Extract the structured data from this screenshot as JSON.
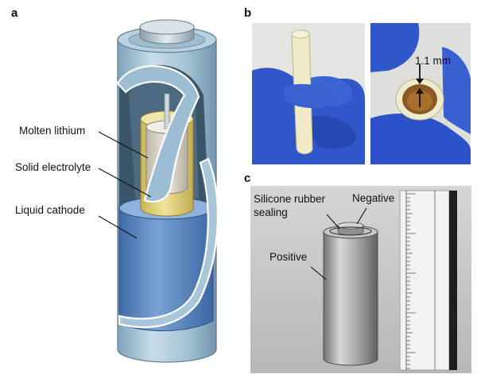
{
  "panel_a": {
    "letter": "a",
    "labels": {
      "molten_lithium": "Molten lithium",
      "solid_electrolyte": "Solid electrolyte",
      "liquid_cathode": "Liquid cathode"
    }
  },
  "panel_b": {
    "letter": "b",
    "thickness": "1.1 mm"
  },
  "panel_c": {
    "letter": "c",
    "labels": {
      "sealing_line1": "Silicone rubber",
      "sealing_line2": "sealing",
      "negative": "Negative",
      "positive": "Positive"
    }
  },
  "colors": {
    "outer_steel": "#9fc0d4",
    "liquid_cathode": "#5a86c0",
    "solid_electrolyte": "#e2d27a",
    "molten_lithium": "#d8d3c6",
    "glove_blue": "#2b52c8"
  }
}
